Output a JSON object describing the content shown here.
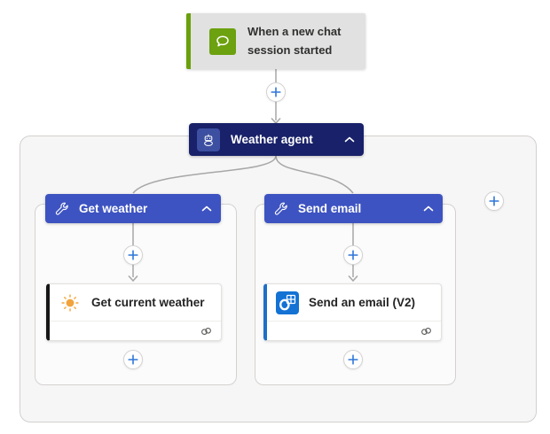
{
  "trigger": {
    "title": "When a new chat session started",
    "icon": "chat-bubble"
  },
  "agent": {
    "title": "Weather agent",
    "icon": "bot"
  },
  "branches": [
    {
      "header": "Get weather",
      "icon": "wrench",
      "action": {
        "title": "Get current weather",
        "icon": "sun",
        "accent": "#161616"
      }
    },
    {
      "header": "Send email",
      "icon": "wrench",
      "action": {
        "title": "Send an email (V2)",
        "icon": "outlook",
        "accent": "#1f6fc8"
      }
    }
  ],
  "colors": {
    "trigger_bg": "#e1e1e1",
    "trigger_green": "#6ba00b",
    "agent_navy": "#182169",
    "agent_tile": "#3c4fa0",
    "branch_blue": "#3d53c1",
    "plus_blue": "#3077d8",
    "connector_gray": "#a7a7a7",
    "outlook_blue": "#1372d4",
    "sun_orange": "#f2a33c",
    "scope_bg": "#f7f6f6",
    "inner_scope_bg": "#fbfbfb"
  }
}
